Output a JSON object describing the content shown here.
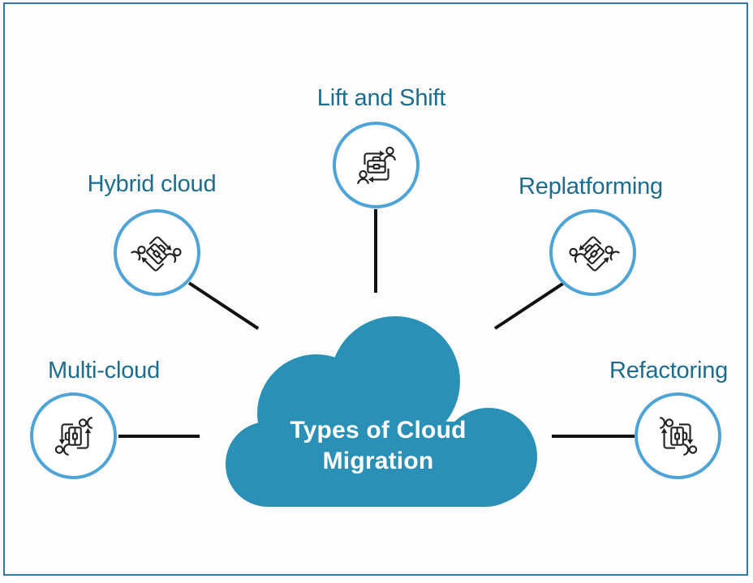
{
  "diagram": {
    "title": {
      "line1": "Types of Cloud",
      "line2": "Migration"
    },
    "nodes": [
      {
        "id": "lift-and-shift",
        "label": "Lift and Shift",
        "icon": "people-briefcase-transfer-icon"
      },
      {
        "id": "hybrid-cloud",
        "label": "Hybrid cloud",
        "icon": "people-briefcase-transfer-icon"
      },
      {
        "id": "replatforming",
        "label": "Replatforming",
        "icon": "people-briefcase-transfer-icon"
      },
      {
        "id": "multi-cloud",
        "label": "Multi-cloud",
        "icon": "people-briefcase-transfer-icon"
      },
      {
        "id": "refactoring",
        "label": "Refactoring",
        "icon": "people-briefcase-transfer-icon"
      }
    ],
    "colors": {
      "cloud_fill": "#2a90b6",
      "title_text": "#ffffff",
      "label_text": "#1c6d8d",
      "circle_ring": "#4ea4d6",
      "connector_line": "#111111",
      "frame_border": "#35759f",
      "icon_stroke": "#222222"
    }
  }
}
